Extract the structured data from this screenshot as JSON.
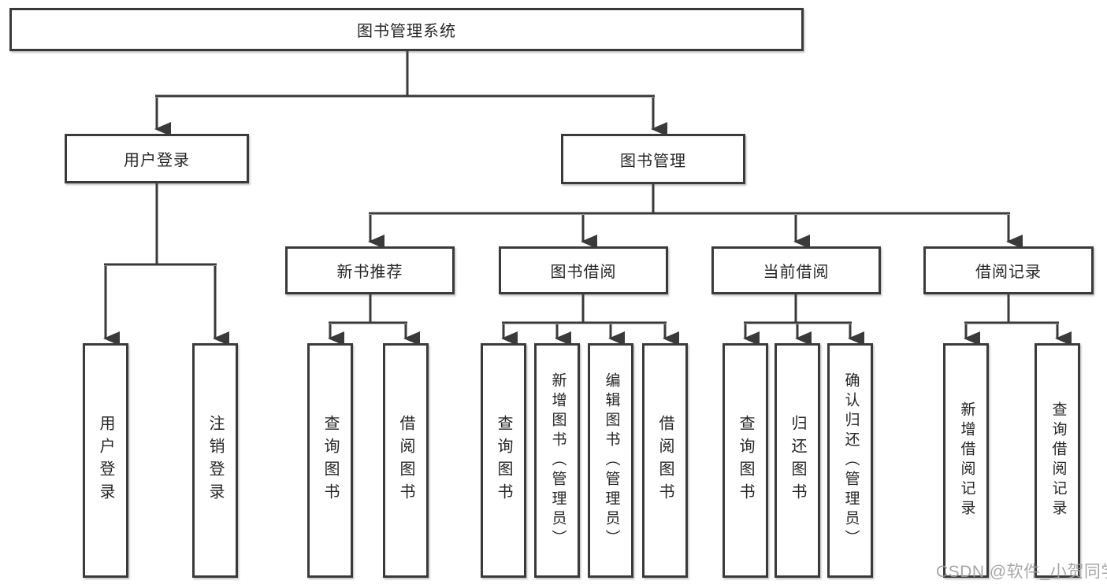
{
  "tree": {
    "root": {
      "label": "图书管理系统"
    },
    "children": [
      {
        "label": "用户登录",
        "children": [
          {
            "label": "用户登录"
          },
          {
            "label": "注销登录"
          }
        ]
      },
      {
        "label": "图书管理",
        "children": [
          {
            "label": "新书推荐",
            "children": [
              {
                "label": "查询图书"
              },
              {
                "label": "借阅图书"
              }
            ]
          },
          {
            "label": "图书借阅",
            "children": [
              {
                "label": "查询图书"
              },
              {
                "label": "新增图书（管理员）"
              },
              {
                "label": "编辑图书（管理员）"
              },
              {
                "label": "借阅图书"
              }
            ]
          },
          {
            "label": "当前借阅",
            "children": [
              {
                "label": "查询图书"
              },
              {
                "label": "归还图书"
              },
              {
                "label": "确认归还（管理员）"
              }
            ]
          },
          {
            "label": "借阅记录",
            "children": [
              {
                "label": "新增借阅记录"
              },
              {
                "label": "查询借阅记录"
              }
            ]
          }
        ]
      }
    ]
  },
  "watermark": "CSDN @软件_小贺同学",
  "colors": {
    "line": "#3a3a3a",
    "box_border": "#3a3a3a",
    "text": "#262626",
    "watermark": "#9e9e9e",
    "background": "#ffffff"
  }
}
